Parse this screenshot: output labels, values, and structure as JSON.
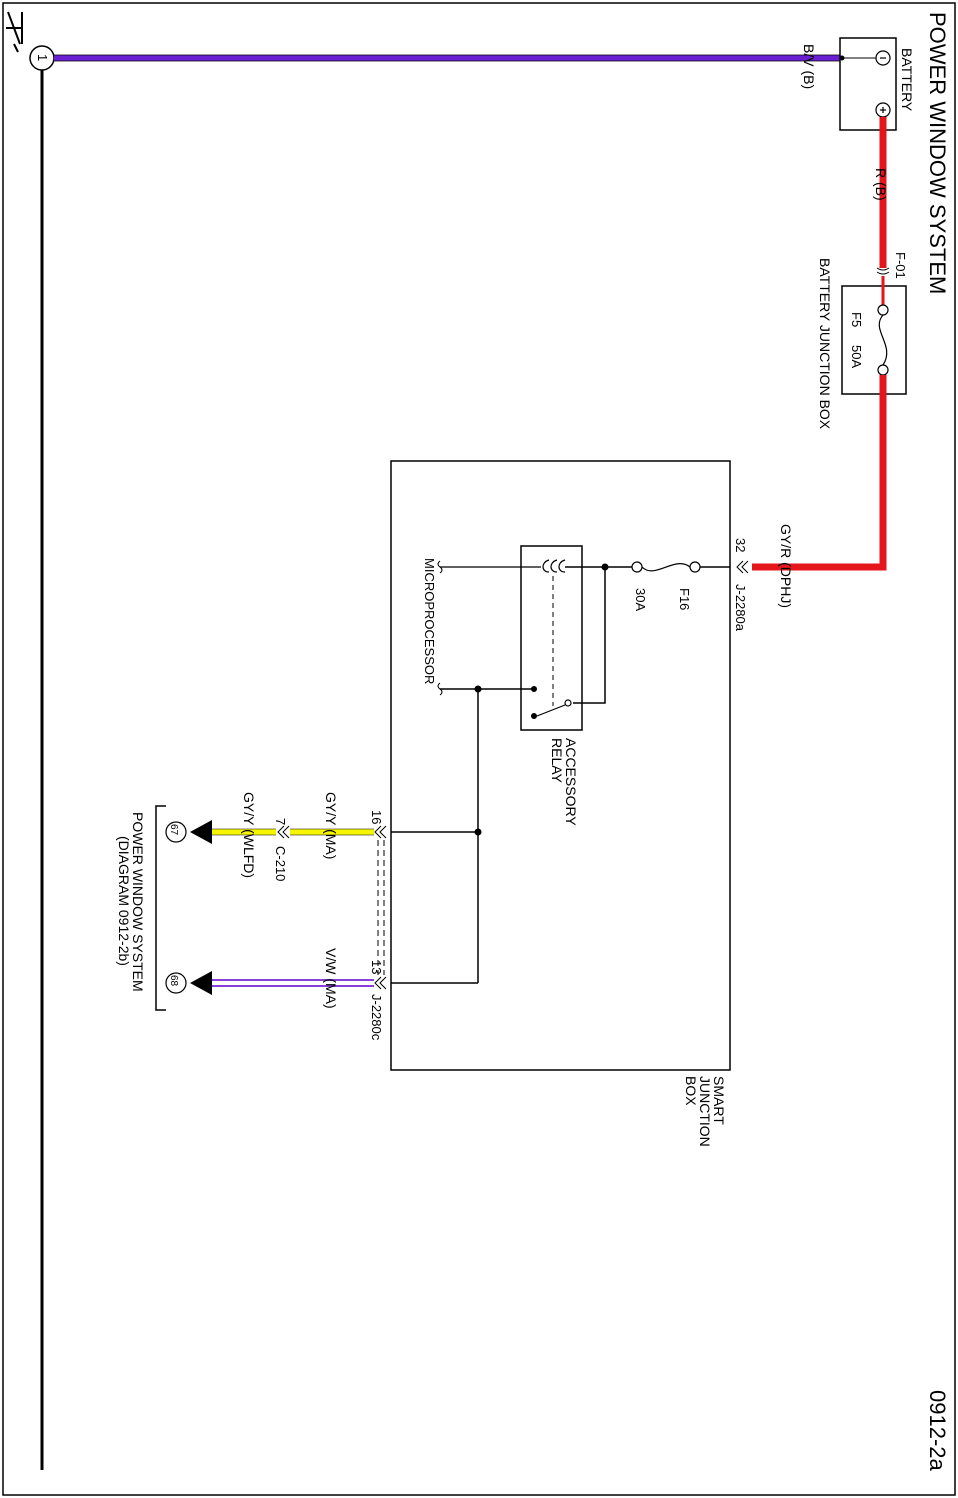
{
  "title": "POWER WINDOW SYSTEM",
  "diagram_number": "0912-2a",
  "ground_ref": "1",
  "battery": {
    "name": "BATTERY",
    "neg_symbol": "−",
    "pos_symbol": "+"
  },
  "wires": {
    "bv": "B/V (B)",
    "rb": "R (B)",
    "gyr": "GY/R (DPHJ)",
    "gyy_ma": "GY/Y (MA)",
    "gyy_wlfd": "GY/Y (WLFD)",
    "vw_ma": "V/W (MA)"
  },
  "connectors": {
    "f01": "F-01",
    "j2280a": "J-2280a",
    "j2280c": "J-2280c",
    "c210": "C-210"
  },
  "pins": {
    "p32": "32",
    "p16": "16",
    "p13": "13",
    "p7": "7"
  },
  "battery_junction_box": {
    "name": "BATTERY JUNCTION BOX",
    "fuse_id": "F5",
    "fuse_rating": "50A"
  },
  "smart_junction_box": {
    "line1": "SMART",
    "line2": "JUNCTION",
    "line3": "BOX",
    "fuse_id": "F16",
    "fuse_rating": "30A",
    "microprocessor": "MICROPROCESSOR",
    "relay_line1": "ACCESSORY",
    "relay_line2": "RELAY"
  },
  "refs": {
    "r67": "67",
    "r68": "68",
    "dest_line1": "POWER WINDOW SYSTEM",
    "dest_line2": "(DIAGRAM 0912-2b)"
  },
  "colors": {
    "bv": "#6a1fd1",
    "red": "#e5161b",
    "yellow": "#f5f500",
    "violet": "#8b3fd9",
    "line": "#000000"
  }
}
